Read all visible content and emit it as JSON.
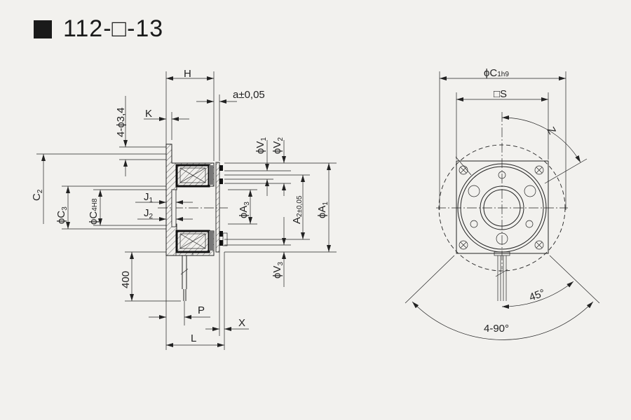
{
  "title": {
    "model": "112-□-13"
  },
  "side_view": {
    "labels": {
      "H": "H",
      "a": "a±0,05",
      "K": "K",
      "holes": "4-ϕ3,4",
      "V1": "ϕV",
      "V1_sub": "1",
      "V2": "ϕV",
      "V2_sub": "2",
      "V3": "ϕV",
      "V3_sub": "3",
      "A1": "ϕA",
      "A1_sub": "1",
      "A2": "A",
      "A2_sub": "2±0,05",
      "A3": "ϕA",
      "A3_sub": "3",
      "C2": "C",
      "C2_sub": "2",
      "C3": "ϕC",
      "C3_sub": "3",
      "C4": "ϕC",
      "C4_sub": "4H8",
      "J1": "J",
      "J1_sub": "1",
      "J2": "J",
      "J2_sub": "2",
      "lead": "400",
      "P": "P",
      "X": "X",
      "L": "L"
    }
  },
  "front_view": {
    "labels": {
      "C1": "ϕC",
      "C1_sub": "1h9",
      "S": "□S",
      "Z": "Z",
      "angle45": "45°",
      "angle90": "4-90°"
    }
  }
}
